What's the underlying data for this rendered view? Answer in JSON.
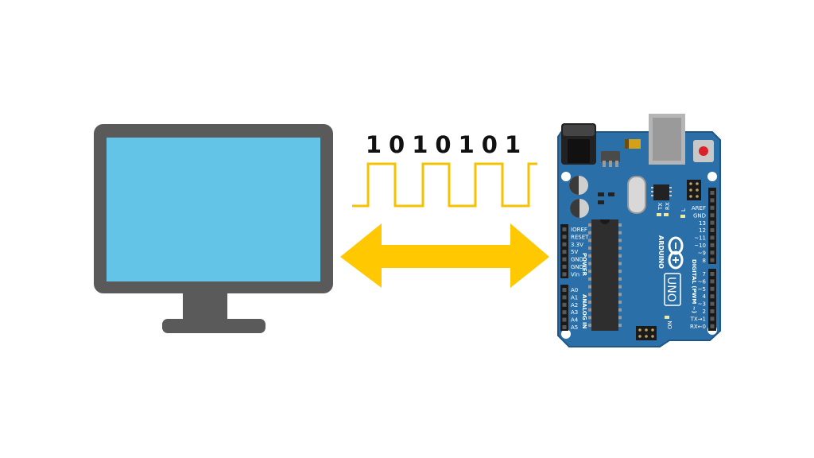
{
  "signal": {
    "bits_label": "1010101",
    "bits": [
      1,
      0,
      1,
      0,
      1,
      0,
      1
    ]
  },
  "board": {
    "brand": "ARDUINO",
    "model": "UNO",
    "power_header": {
      "title": "POWER",
      "pins": [
        "IOREF",
        "RESET",
        "3.3V",
        "5V",
        "GND",
        "GND",
        "Vin"
      ]
    },
    "analog_header": {
      "title": "ANALOG IN",
      "pins": [
        "A0",
        "A1",
        "A2",
        "A3",
        "A4",
        "A5"
      ]
    },
    "digital_header": {
      "title": "DIGITAL (PWM ~)",
      "pins_top": [
        "AREF",
        "GND",
        "13",
        "12",
        "~11",
        "~10",
        "~9",
        "8"
      ],
      "pins_bottom": [
        "7",
        "~6",
        "~5",
        "4",
        "~3",
        "2",
        "TX→1",
        "RX←0"
      ]
    },
    "leds": {
      "tx": "TX",
      "rx": "RX",
      "l": "L",
      "on": "ON"
    }
  },
  "colors": {
    "monitor_frame": "#5a5a5a",
    "monitor_screen": "#64c4e8",
    "signal": "#f5c200",
    "arrow": "#ffc800",
    "board": "#2a6fa8",
    "board_dark": "#1f5685",
    "header": "#1a1a1a",
    "chip": "#333333",
    "text_dark": "#111111"
  },
  "icons": {
    "computer": "monitor-icon",
    "transfer": "double-arrow-icon",
    "logo": "infinity-logo-icon"
  }
}
